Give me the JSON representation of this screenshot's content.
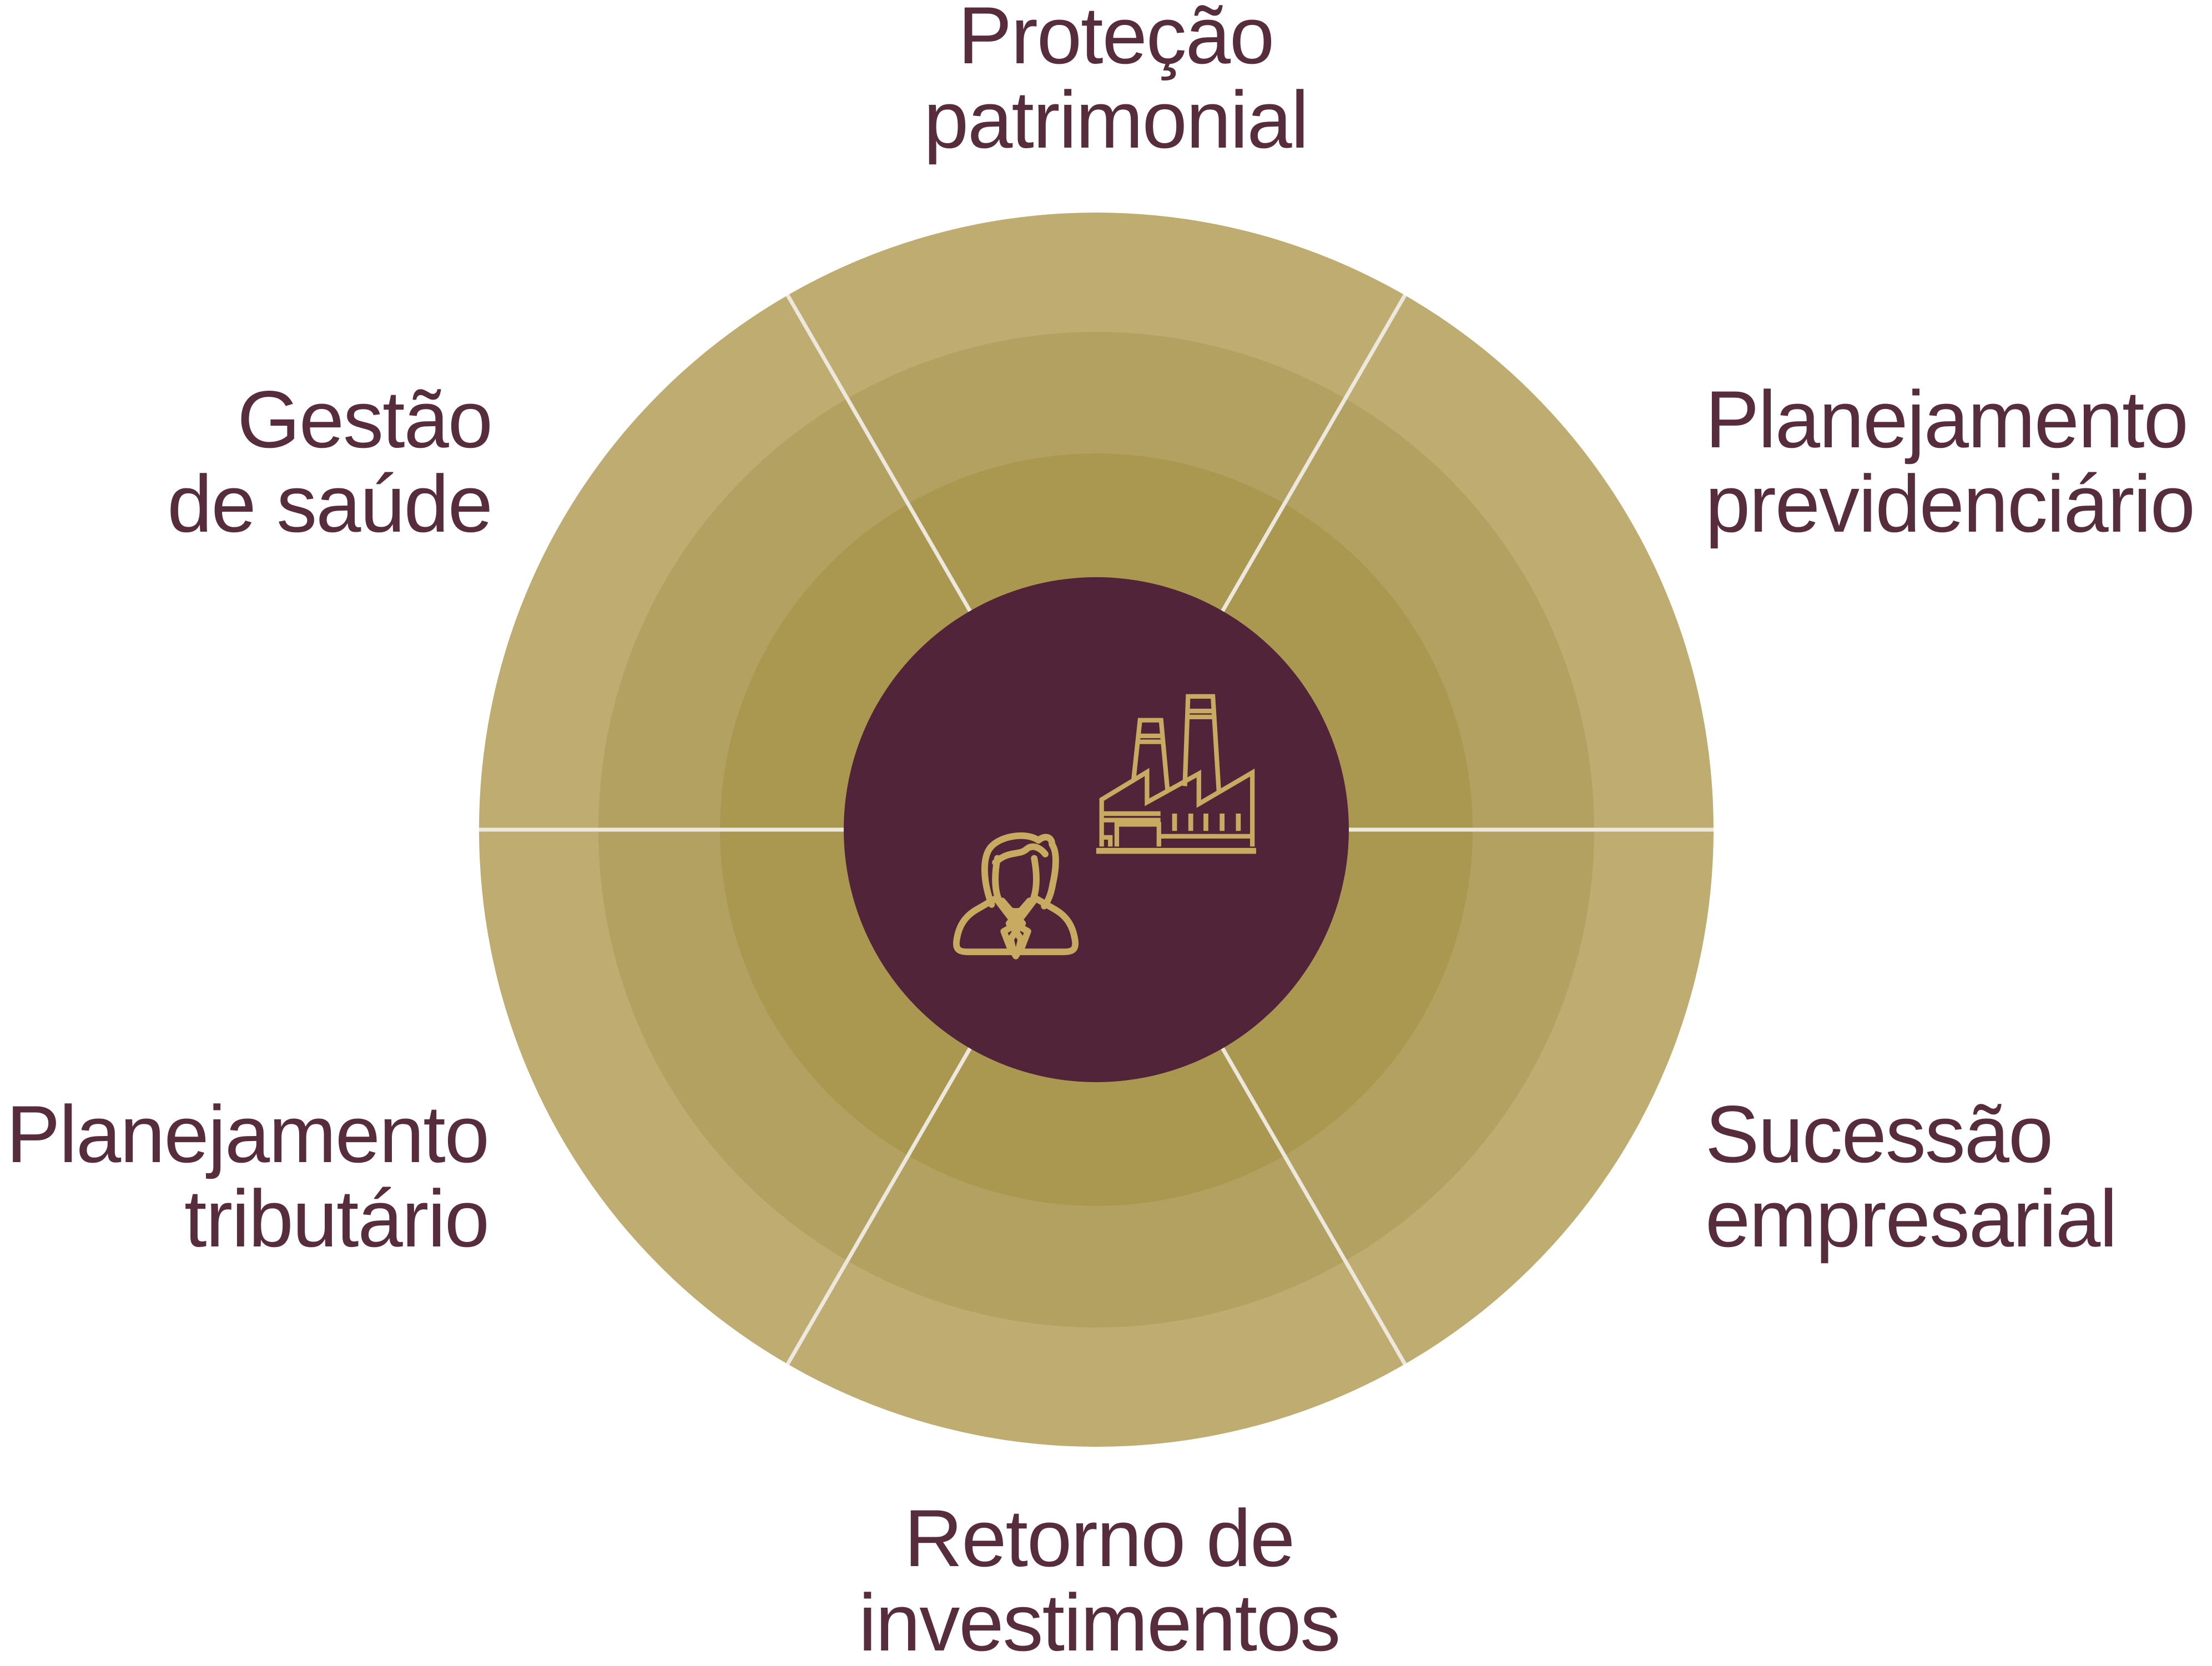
{
  "title": "Services wheel diagram with businessman and factory center icons",
  "colors": {
    "background": "#ffffff",
    "ring-outer": "#bfac70",
    "ring-mid": "#b2a161",
    "ring-inner": "#aa9850",
    "center-disc": "#512439",
    "divider": "#ede8de",
    "icon-stroke": "#c8ab61",
    "label": "#572c3d"
  },
  "center": {
    "icons": [
      "businessman-icon",
      "factory-icon"
    ]
  },
  "sectors": [
    {
      "id": "top",
      "line1": "Proteção",
      "line2": "patrimonial"
    },
    {
      "id": "upper-right",
      "line1": "Planejamento",
      "line2": "previdenciário"
    },
    {
      "id": "lower-right",
      "line1": "Sucessão",
      "line2": "empresarial"
    },
    {
      "id": "bottom",
      "line1": "Retorno de",
      "line2": "investimentos"
    },
    {
      "id": "lower-left",
      "line1": "Planejamento",
      "line2": "tributário"
    },
    {
      "id": "upper-left",
      "line1": "Gestão",
      "line2": "de saúde"
    }
  ]
}
